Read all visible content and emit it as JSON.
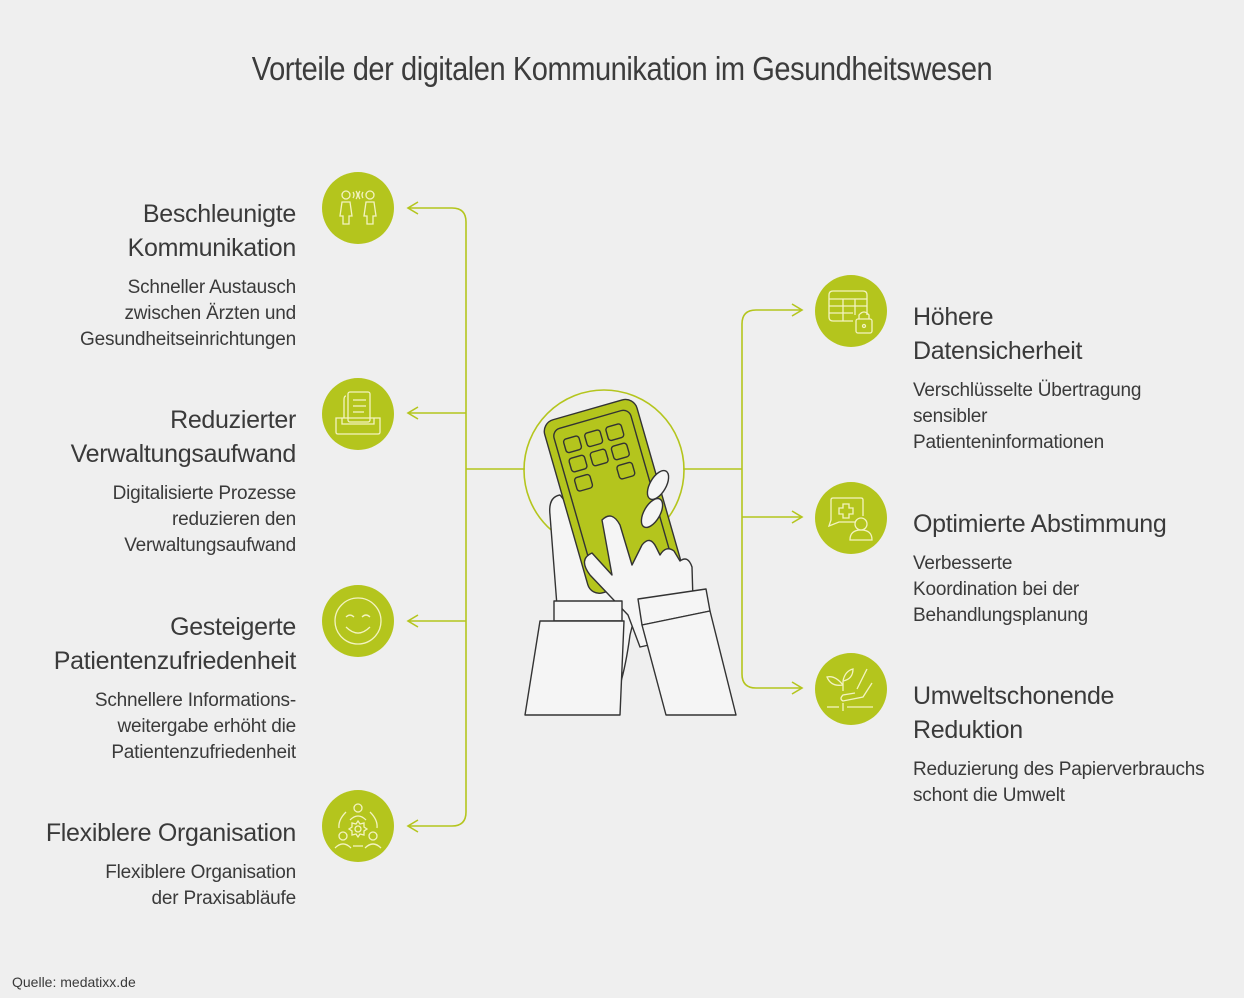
{
  "title": "Vorteile der digitalen Kommunikation im Gesundheitswesen",
  "colors": {
    "accent": "#b4c51d",
    "background": "#efefef",
    "text": "#3a3a3a",
    "line": "#b4c51d"
  },
  "left_items": [
    {
      "icon": "people-communication-icon",
      "title": "Beschleunigte\nKommunikation",
      "description": "Schneller Austausch\nzwischen Ärzten und\nGesundheitseinrichtungen"
    },
    {
      "icon": "document-tray-icon",
      "title": "Reduzierter\nVerwaltungsaufwand",
      "description": "Digitalisierte Prozesse\nreduzieren den\nVerwaltungsaufwand"
    },
    {
      "icon": "smiley-face-icon",
      "title": "Gesteigerte\nPatientenzufriedenheit",
      "description": "Schnellere Informations-\nweitergabe erhöht die\nPatientenzufriedenheit"
    },
    {
      "icon": "team-gear-icon",
      "title": "Flexiblere Organisation",
      "description": "Flexiblere Organisation\nder Praxisabläufe"
    }
  ],
  "right_items": [
    {
      "icon": "table-lock-icon",
      "title": "Höhere\nDatensicherheit",
      "description": "Verschlüsselte Übertragung\nsensibler\nPatienteninformationen"
    },
    {
      "icon": "chat-medical-person-icon",
      "title": "Optimierte Abstimmung",
      "description": "Verbesserte\nKoordination bei der\nBehandlungsplanung"
    },
    {
      "icon": "plant-hand-icon",
      "title": "Umweltschonende\nReduktion",
      "description": "Reduzierung des Papierverbrauchs\nschont die Umwelt"
    }
  ],
  "center_illustration": "hands-holding-smartphone-icon",
  "source": "Quelle: medatixx.de"
}
